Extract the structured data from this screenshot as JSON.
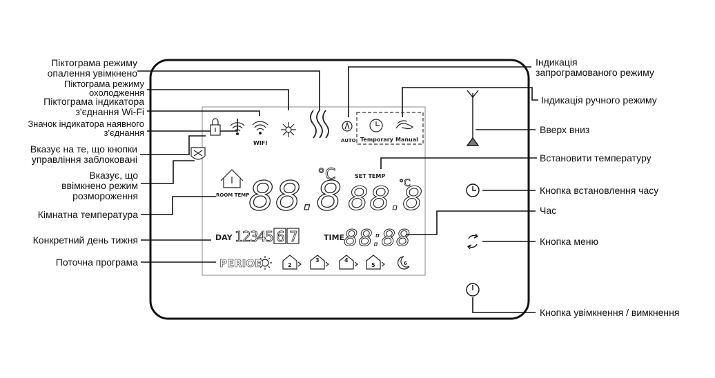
{
  "left_labels": {
    "heating_mode": [
      "Піктограма режиму",
      "опалення увімкнено"
    ],
    "cooling_mode": [
      "Піктограма режиму",
      "охолодження"
    ],
    "wifi_indicator": [
      "Піктограма індикатора",
      "з'єднання Wi-Fi"
    ],
    "connection_indicator": [
      "Значок індикатора наявного",
      "з'єднання"
    ],
    "buttons_locked": [
      "Вказує на те, що кнопки",
      "управління заблоковані"
    ],
    "defrost_mode": [
      "Вказує, що",
      "ввімкнено режим",
      "розмороження"
    ],
    "room_temperature": "Кімнатна температура",
    "day_of_week": "Конкретний день тижня",
    "current_program": "Поточна програма"
  },
  "right_labels": {
    "programmed_mode": [
      "Індикація",
      "запрограмованого режиму"
    ],
    "manual_mode": "Індикація ручного режиму",
    "up_down": "Вверх вниз",
    "set_temperature": "Встановити температуру",
    "time_button": "Кнопка встановлення часу",
    "time": "Час",
    "menu_button": "Кнопка меню",
    "power_button": "Кнопка увімкнення / вимкнення"
  },
  "lcd": {
    "wifi_text": "WIFI",
    "auto_text": "AUTO",
    "temporary_text": "Temporary",
    "manual_text": "Manual",
    "room_temp_text": "ROOM TEMP",
    "room_temp_digits": "88.8",
    "room_temp_unit": "°C",
    "set_temp_text": "SET TEMP",
    "set_temp_digits": "88.8",
    "set_temp_unit": "°C",
    "day_text": "DAY",
    "day_numbers": [
      "1",
      "2",
      "3",
      "4",
      "5",
      "6",
      "7"
    ],
    "time_text": "TIME",
    "time_digits": "88:88",
    "period_text": "PERIOD",
    "period_numbers": [
      "2",
      "3",
      "4",
      "5",
      "6"
    ]
  }
}
